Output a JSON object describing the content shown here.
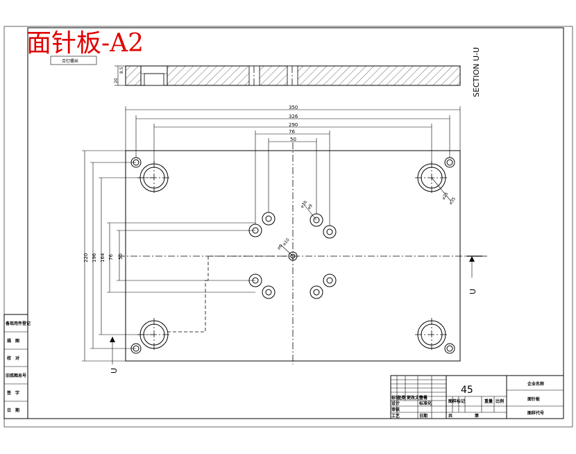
{
  "title": "面针板-A2",
  "section_label": "SECTION U-U",
  "cut_labels": {
    "right": "U",
    "bottom": "U"
  },
  "dims": {
    "w350": "350",
    "w326": "326",
    "w290": "290",
    "w76": "76",
    "w50": "50",
    "h220": "220",
    "h196": "196",
    "h164": "164",
    "h76": "76",
    "h50": "50",
    "sec_h20": "20",
    "sec_h85": "8.5",
    "d_top_right_a": "⌀25",
    "d_top_right_b": "⌀35",
    "d_mid_a": "⌀16",
    "d_mid_b": "⌀9",
    "d_center_a": "⌀6",
    "d_center_b": "⌀10"
  },
  "section_tag": "合钉螺丝",
  "left_block": [
    "备现用件登记",
    "描　图",
    "校　对",
    "旧底图总号",
    "签　字",
    "日　期"
  ],
  "titleblock": {
    "scale": "45",
    "company": "企业名称",
    "part_name": "面针板",
    "drawing_no": "图样代号",
    "hdr1": [
      "标记",
      "处数",
      "更改文件号",
      "签名"
    ],
    "hdr2": [
      "设计",
      "标准化"
    ],
    "hdr3": [
      "审核",
      "工艺"
    ],
    "hdr4": [
      "图样标记",
      "重量",
      "比例"
    ],
    "hdr5": [
      "共",
      "第"
    ],
    "hdr6": [
      "日期"
    ]
  }
}
